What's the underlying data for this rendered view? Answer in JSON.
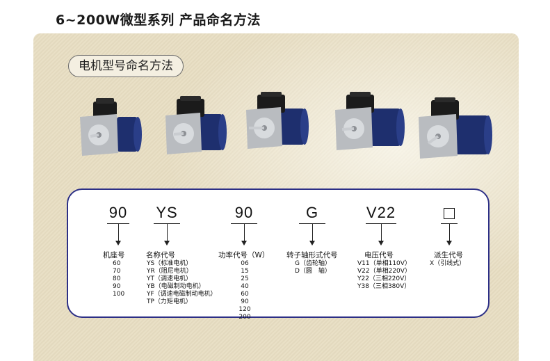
{
  "page_title": "6~200W微型系列 产品命名方法",
  "section_label": "电机型号命名方法",
  "motors": [
    "motor-1",
    "motor-2",
    "motor-3",
    "motor-4",
    "motor-5"
  ],
  "naming": {
    "columns": [
      {
        "code": "90",
        "label": "机座号",
        "values": [
          "60",
          "70",
          "80",
          "90",
          "100"
        ]
      },
      {
        "code": "YS",
        "label": "名称代号",
        "values": [
          "YS（标准电机）",
          "YR（阻尼电机）",
          "YT（调速电机）",
          "YB（电磁制动电机）",
          "YF（调速电磁制动电机）",
          "TP（力矩电机）"
        ]
      },
      {
        "code": "90",
        "label": "功率代号（W）",
        "values": [
          "06",
          "15",
          "25",
          "40",
          "60",
          "90",
          "120",
          "200"
        ]
      },
      {
        "code": "G",
        "label": "转子轴形式代号",
        "values": [
          "G（齿轮轴）",
          "D（圆　轴）"
        ]
      },
      {
        "code": "V22",
        "label": "电压代号",
        "values": [
          "V11（单相110V）",
          "V22（单相220V）",
          "Y22（三相220V）",
          "Y38（三相380V）"
        ]
      },
      {
        "code": "□",
        "label": "派生代号",
        "values": [
          "X（引线式）"
        ]
      }
    ]
  },
  "colors": {
    "panel": "#e8dec3",
    "box_border": "#2c2f86",
    "motor_blue": "#1e2f6e"
  }
}
